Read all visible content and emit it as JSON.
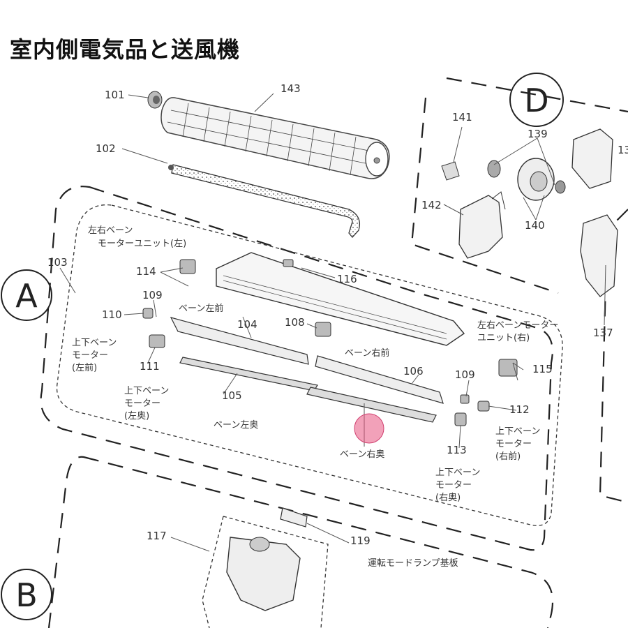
{
  "title": "室内側電気品と送風機",
  "sections": {
    "a": "A",
    "b": "B",
    "d": "D"
  },
  "parts": {
    "p101": "101",
    "p102": "102",
    "p103": "103",
    "p104": "104",
    "p105": "105",
    "p106": "106",
    "p108": "108",
    "p109a": "109",
    "p109b": "109",
    "p110": "110",
    "p111": "111",
    "p112": "112",
    "p113": "113",
    "p114": "114",
    "p115": "115",
    "p116": "116",
    "p117": "117",
    "p119": "119",
    "p137": "137",
    "p139": "139",
    "p140": "140",
    "p141": "141",
    "p142": "142",
    "p143": "143",
    "p13x": "13"
  },
  "labels": {
    "vane_lr_motor_left": [
      "左右ベーン",
      "モーターユニット(左)"
    ],
    "vane_lr_motor_right": [
      "左右ベーンモーター",
      "ユニット(右)"
    ],
    "ud_motor_left_front": [
      "上下ベーン",
      "モーター",
      "(左前)"
    ],
    "ud_motor_left_rear": [
      "上下ベーン",
      "モーター",
      "(左奥)"
    ],
    "ud_motor_right_front": [
      "上下ベーン",
      "モーター",
      "(右前)"
    ],
    "ud_motor_right_rear": [
      "上下ベーン",
      "モーター",
      "(右奥)"
    ],
    "vane_left_front": "ベーン左前",
    "vane_right_front": "ベーン右前",
    "vane_left_rear": "ベーン左奥",
    "vane_right_rear": "ベーン右奥",
    "lamp_board": "運転モードランプ基板"
  },
  "colors": {
    "highlight": "#e75480"
  }
}
